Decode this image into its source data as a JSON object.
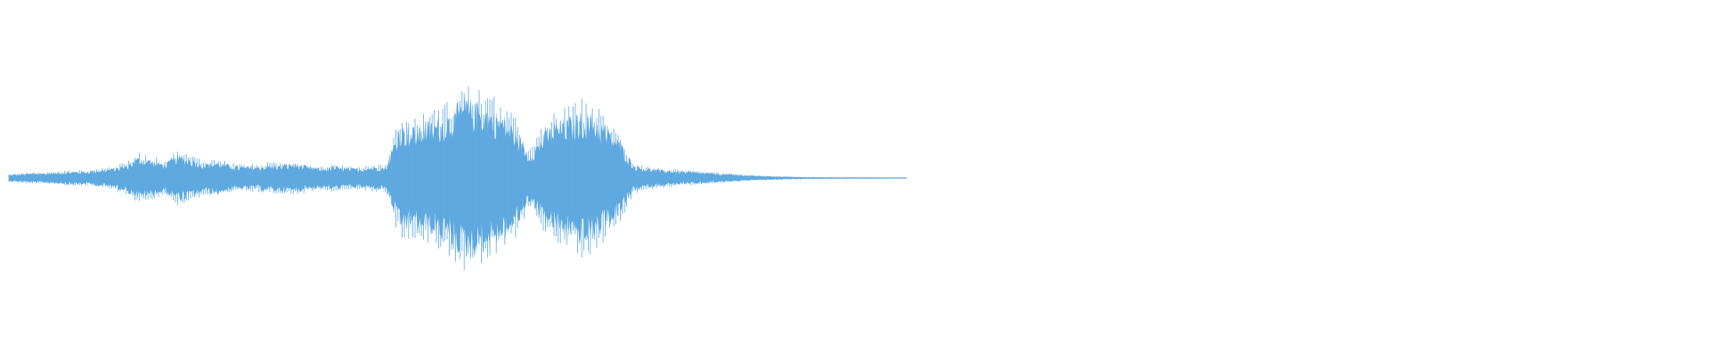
{
  "waveform": {
    "color": "#5fa9e0",
    "extent": 0.525,
    "peak_level": 0.485,
    "envelope": [
      0.02,
      0.025,
      0.03,
      0.03,
      0.035,
      0.04,
      0.04,
      0.05,
      0.06,
      0.08,
      0.13,
      0.11,
      0.09,
      0.14,
      0.12,
      0.09,
      0.1,
      0.08,
      0.07,
      0.07,
      0.08,
      0.08,
      0.09,
      0.07,
      0.06,
      0.07,
      0.06,
      0.06,
      0.07,
      0.07,
      0.32,
      0.3,
      0.33,
      0.36,
      0.4,
      0.48,
      0.46,
      0.42,
      0.38,
      0.3,
      0.14,
      0.26,
      0.34,
      0.36,
      0.4,
      0.38,
      0.3,
      0.22,
      0.08,
      0.06,
      0.05,
      0.045,
      0.04,
      0.035,
      0.03,
      0.025,
      0.02,
      0.016,
      0.012,
      0.01,
      0.008,
      0.006,
      0.005,
      0.005,
      0.004,
      0.004,
      0.004,
      0.003,
      0.003,
      0.003
    ]
  }
}
